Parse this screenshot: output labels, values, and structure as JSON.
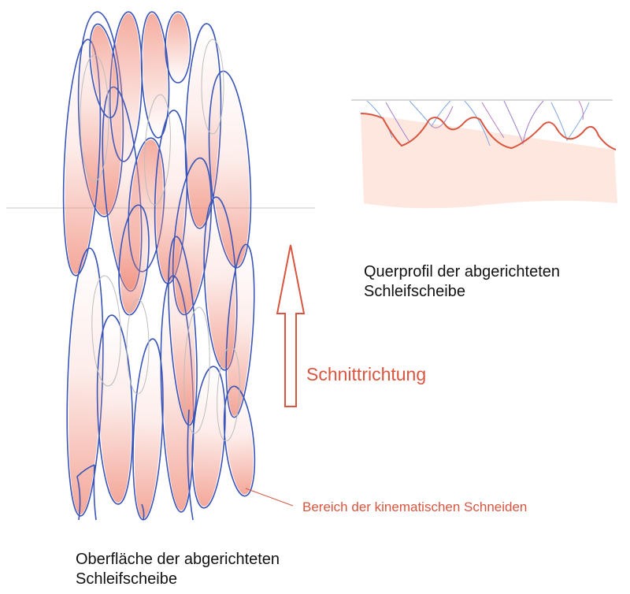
{
  "colors": {
    "grain_outline": "#3b55b8",
    "wear_zone": "#f08a78",
    "accent_red": "#d9553f",
    "bond_fill": "#fde3d8",
    "guide_line": "#c8c8c8"
  },
  "surface": {
    "title_line1": "Oberfläche der abgerichteten",
    "title_line2": "Schleifscheibe"
  },
  "profile": {
    "title_line1": "Querprofil der abgerichteten",
    "title_line2": "Schleifscheibe"
  },
  "direction": {
    "label": "Schnittrichtung"
  },
  "zone": {
    "label": "Bereich der kinematischen Schneiden"
  }
}
